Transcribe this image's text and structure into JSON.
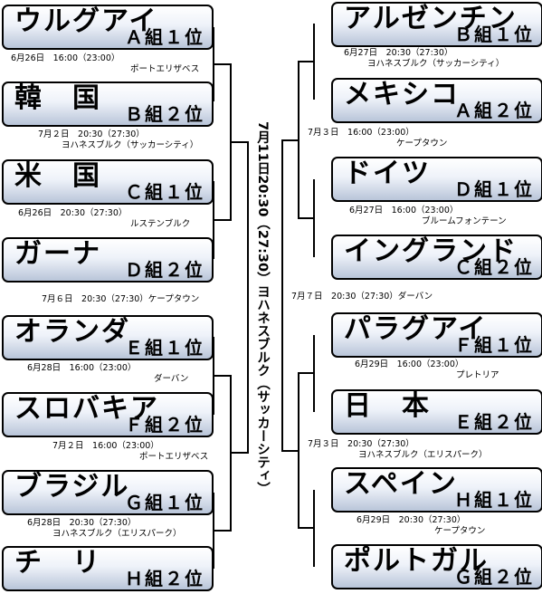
{
  "bracket": {
    "final": "7月11日20:30（27:30）ヨハネスブルク（サッカーシティ）",
    "left": {
      "teams": [
        {
          "name": "ウルグアイ",
          "group": "Ａ組１位"
        },
        {
          "name": "韓　国",
          "group": "Ｂ組２位"
        },
        {
          "name": "米　国",
          "group": "Ｃ組１位"
        },
        {
          "name": "ガーナ",
          "group": "Ｄ組２位"
        },
        {
          "name": "オランダ",
          "group": "Ｅ組１位"
        },
        {
          "name": "スロバキア",
          "group": "Ｆ組２位"
        },
        {
          "name": "ブラジル",
          "group": "Ｇ組１位"
        },
        {
          "name": "チ　リ",
          "group": "Ｈ組２位"
        }
      ],
      "r16": [
        {
          "time": "6月26日　16:00（23:00）",
          "venue": "ポートエリザベス"
        },
        {
          "time": "6月26日　20:30（27:30）",
          "venue": "ルステンブルク"
        },
        {
          "time": "6月28日　16:00（23:00）",
          "venue": "ダーバン"
        },
        {
          "time": "6月28日　20:30（27:30）",
          "venue": "ヨハネスブルク（エリスパーク）"
        }
      ],
      "qf": [
        {
          "time": "7月２日　20:30（27:30）",
          "venue": "ヨハネスブルク（サッカーシティ）"
        },
        {
          "time": "7月２日　16:00（23:00）",
          "venue": "ポートエリザベス"
        }
      ],
      "sf": "7月６日　20:30（27:30）ケープタウン"
    },
    "right": {
      "teams": [
        {
          "name": "アルゼンチン",
          "group": "Ｂ組１位"
        },
        {
          "name": "メキシコ",
          "group": "Ａ組２位"
        },
        {
          "name": "ドイツ",
          "group": "Ｄ組１位"
        },
        {
          "name": "イングランド",
          "group": "Ｃ組２位"
        },
        {
          "name": "パラグアイ",
          "group": "Ｆ組１位"
        },
        {
          "name": "日　本",
          "group": "Ｅ組２位"
        },
        {
          "name": "スペイン",
          "group": "Ｈ組１位"
        },
        {
          "name": "ポルトガル",
          "group": "Ｇ組２位"
        }
      ],
      "r16": [
        {
          "time": "6月27日　20:30（27:30）",
          "venue": "ヨハネスブルク（サッカーシティ）"
        },
        {
          "time": "6月27日　16:00（23:00）",
          "venue": "ブルームフォンテーン"
        },
        {
          "time": "6月29日　16:00（23:00）",
          "venue": "プレトリア"
        },
        {
          "time": "6月29日　20:30（27:30）",
          "venue": "ケープタウン"
        }
      ],
      "qf": [
        {
          "time": "7月３日　16:00（23:00）",
          "venue": "ケープタウン"
        },
        {
          "time": "7月３日　20:30（27:30）",
          "venue": "ヨハネスブルク（エリスパーク）"
        }
      ],
      "sf": "7月７日　20:30（27:30）ダーバン"
    }
  }
}
